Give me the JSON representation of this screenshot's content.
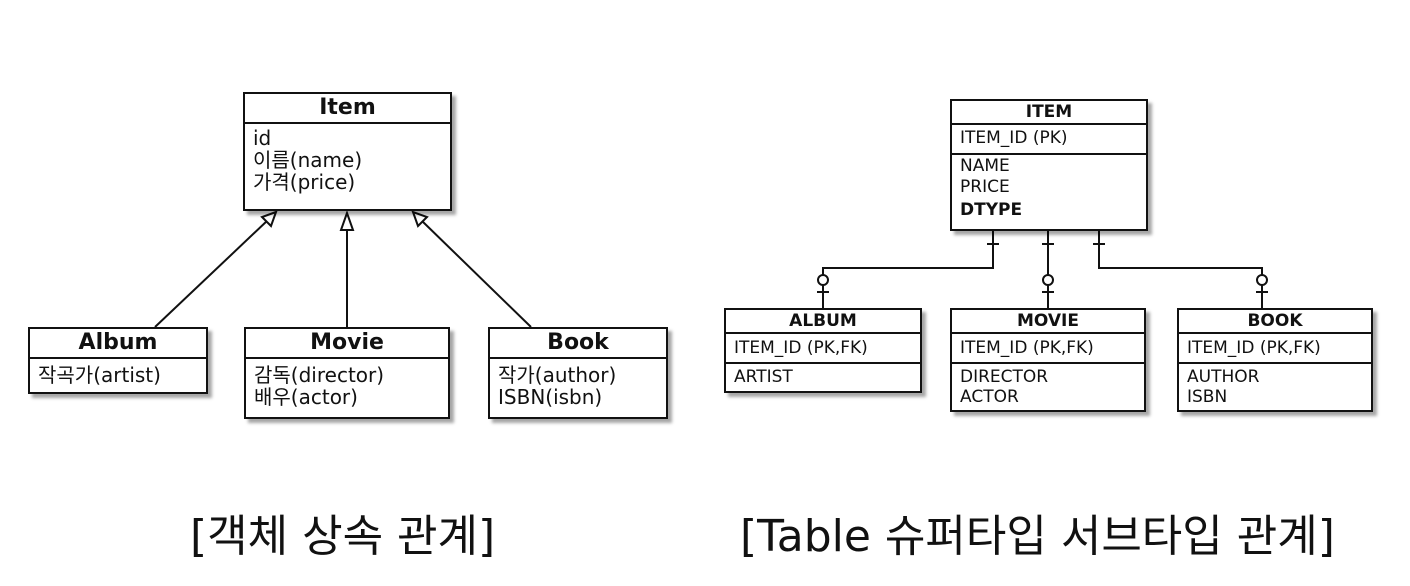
{
  "object_diagram": {
    "item": {
      "title": "Item",
      "fields": [
        "id",
        "이름(name)",
        "가격(price)"
      ]
    },
    "album": {
      "title": "Album",
      "fields": [
        "작곡가(artist)"
      ]
    },
    "movie": {
      "title": "Movie",
      "fields": [
        "감독(director)",
        "배우(actor)"
      ]
    },
    "book": {
      "title": "Book",
      "fields": [
        "작가(author)",
        "ISBN(isbn)"
      ]
    },
    "caption": "[객체 상속 관계]"
  },
  "table_diagram": {
    "item": {
      "title": "ITEM",
      "pk": "ITEM_ID (PK)",
      "columns": [
        "NAME",
        "PRICE",
        "DTYPE"
      ]
    },
    "album": {
      "title": "ALBUM",
      "pk": "ITEM_ID (PK,FK)",
      "columns": [
        "ARTIST"
      ]
    },
    "movie": {
      "title": "MOVIE",
      "pk": "ITEM_ID (PK,FK)",
      "columns": [
        "DIRECTOR",
        "ACTOR"
      ]
    },
    "book": {
      "title": "BOOK",
      "pk": "ITEM_ID (PK,FK)",
      "columns": [
        "AUTHOR",
        "ISBN"
      ]
    },
    "caption": "[Table 슈퍼타입 서브타입 관계]"
  }
}
